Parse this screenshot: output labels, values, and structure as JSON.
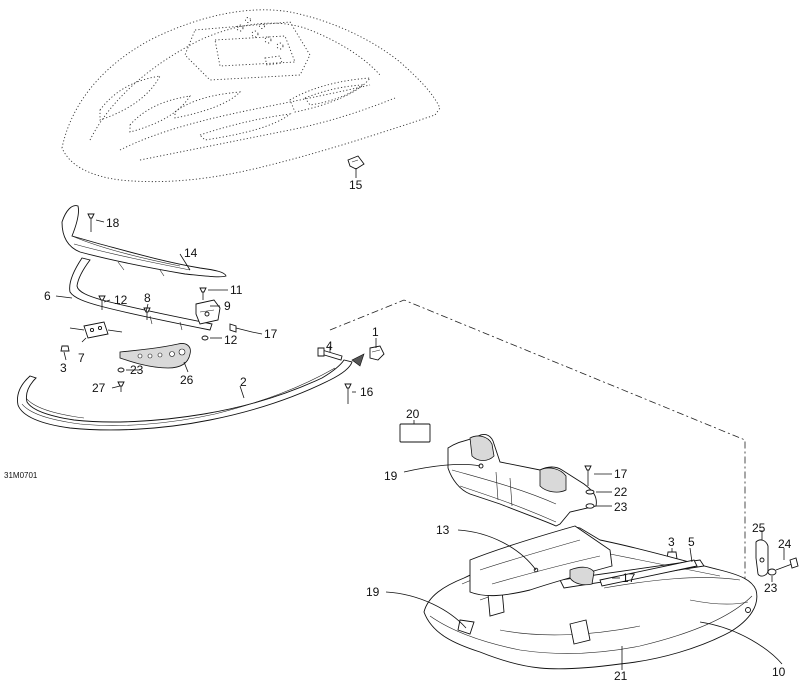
{
  "diagram": {
    "drawing_code": "31M0701",
    "callouts": [
      "1",
      "2",
      "3",
      "4",
      "5",
      "6",
      "7",
      "8",
      "9",
      "10",
      "11",
      "12",
      "13",
      "14",
      "15",
      "16",
      "17",
      "18",
      "19",
      "20",
      "21",
      "22",
      "23",
      "24",
      "25",
      "26",
      "27"
    ],
    "labels": {
      "c1": "1",
      "c2": "2",
      "c3a": "3",
      "c3b": "3",
      "c4": "4",
      "c5": "5",
      "c6": "6",
      "c7": "7",
      "c8": "8",
      "c9": "9",
      "c10": "10",
      "c11": "11",
      "c12a": "12",
      "c12b": "12",
      "c13": "13",
      "c14": "14",
      "c15": "15",
      "c16": "16",
      "c17a": "17",
      "c17b": "17",
      "c17c": "17",
      "c18": "18",
      "c19a": "19",
      "c19b": "19",
      "c20": "20",
      "c21": "21",
      "c22": "22",
      "c23a": "23",
      "c23b": "23",
      "c23c": "23",
      "c24": "24",
      "c25": "25",
      "c26": "26",
      "c27": "27"
    }
  }
}
